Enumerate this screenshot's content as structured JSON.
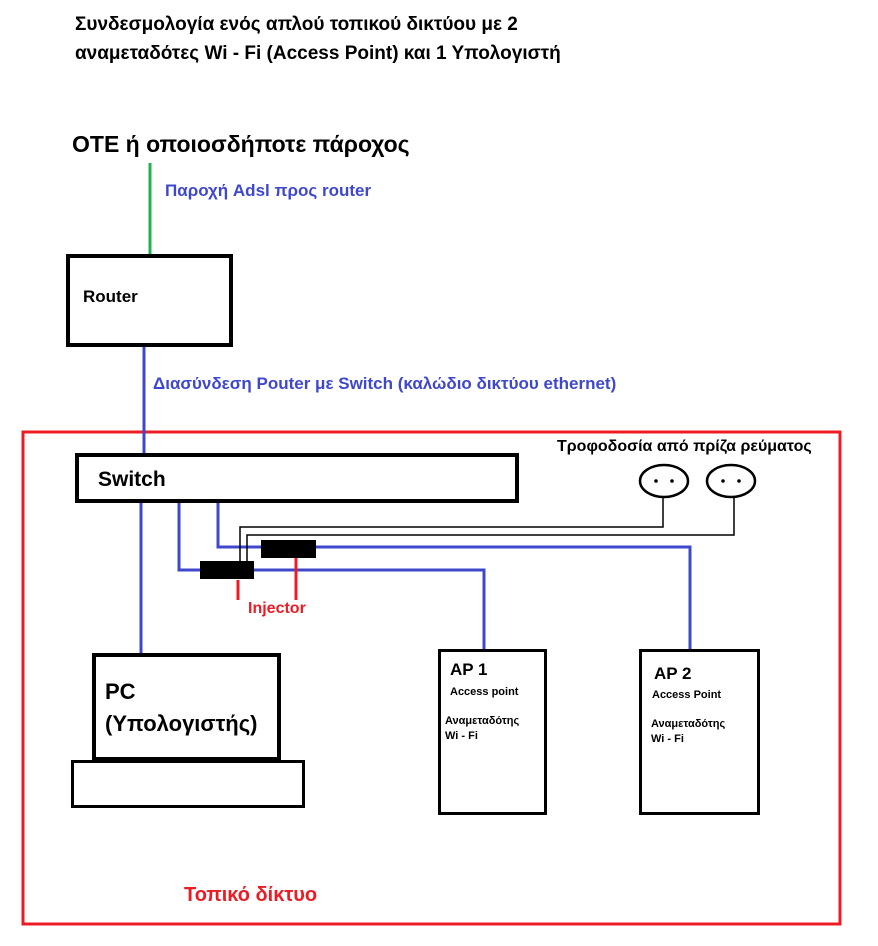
{
  "title": {
    "line1": "Συνδεσμολογία ενός απλού τοπικού δικτύου με 2",
    "line2": "αναμεταδότες Wi - Fi (Access Point) και 1 Υπολογιστή"
  },
  "isp_label": "ΟΤΕ ή οποιοσδήποτε πάροχος",
  "adsl_label": "Παροχή Adsl προς router",
  "router_label": "Router",
  "router_switch_label": "Διασύνδεση Pouter με Switch (καλώδιο δικτύου ethernet)",
  "switch_label": "Switch",
  "power_label": "Τροφοδοσία από πρίζα ρεύματος",
  "injector_label": "Injector",
  "pc": {
    "line1": "PC",
    "line2": "(Υπολογιστής)"
  },
  "ap1": {
    "title": "AP 1",
    "sub": "Access point",
    "desc1": "Αναμεταδότης",
    "desc2": "Wi - Fi"
  },
  "ap2": {
    "title": "AP 2",
    "sub": "Access Point",
    "desc1": "Αναμεταδότης",
    "desc2": "Wi - Fi"
  },
  "lan_label": "Τοπικό δίκτυο",
  "colors": {
    "ethernet": "#3f48cc",
    "adsl": "#22b14c",
    "poe_power": "#ed1c24",
    "lan_border": "#ed1c24",
    "power_wire": "#000000"
  }
}
